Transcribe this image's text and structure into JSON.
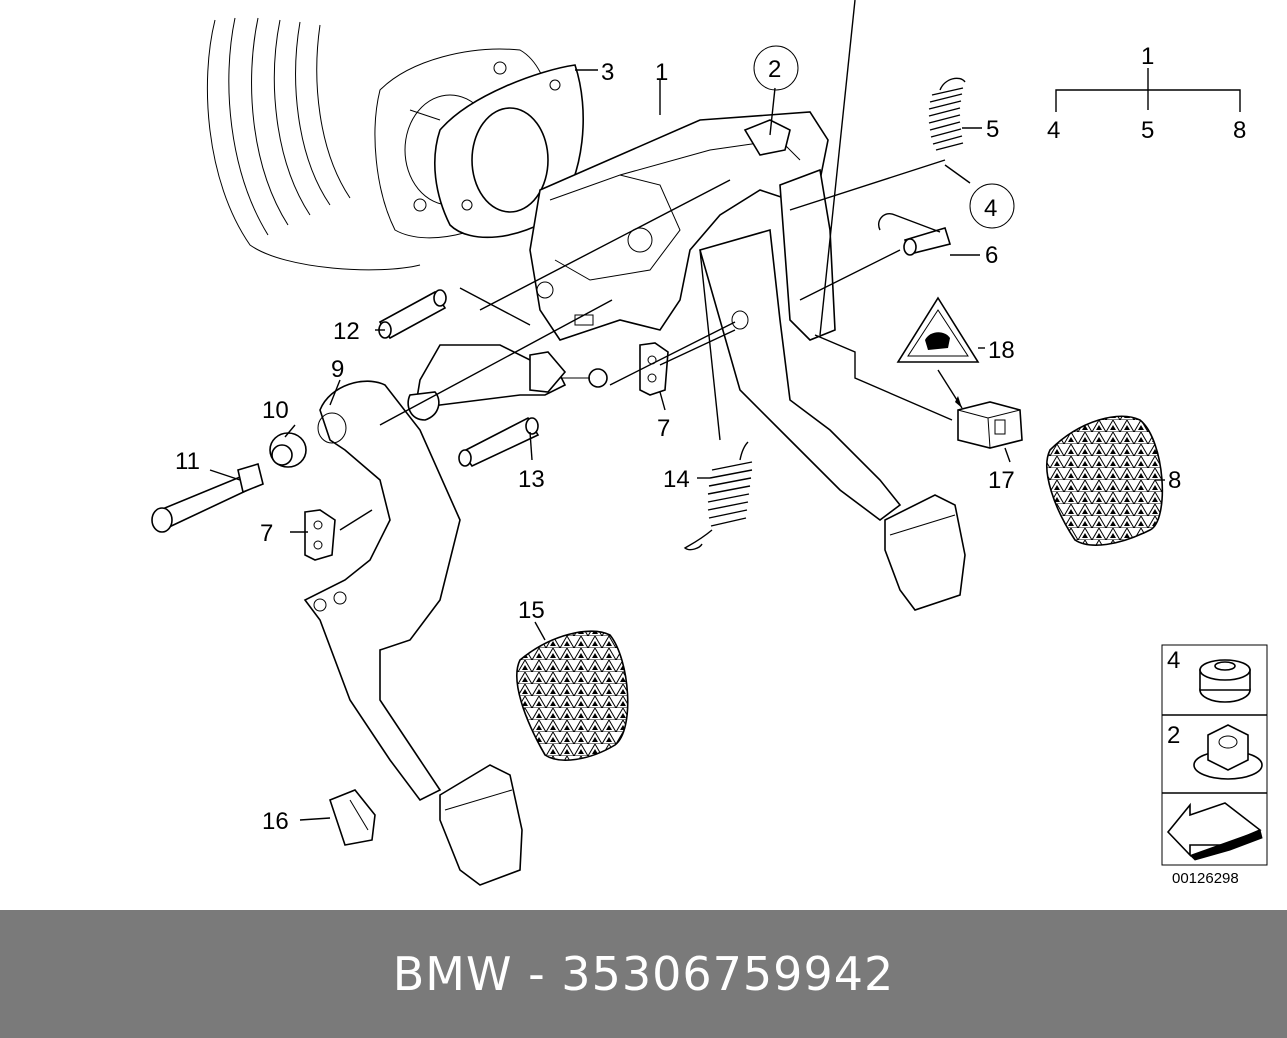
{
  "callouts": {
    "c1": "1",
    "c2": "2",
    "c3": "3",
    "c4": "4",
    "c5": "5",
    "c6": "6",
    "c7a": "7",
    "c7b": "7",
    "c8": "8",
    "c9": "9",
    "c10": "10",
    "c11": "11",
    "c12": "12",
    "c13": "13",
    "c14": "14",
    "c15": "15",
    "c16": "16",
    "c17": "17",
    "c18": "18"
  },
  "tree": {
    "root": "1",
    "children": [
      "4",
      "5",
      "8"
    ]
  },
  "legend": {
    "item_4": "4",
    "item_2": "2",
    "image_number": "00126298"
  },
  "footer": {
    "caption": "BMW - 35306759942"
  },
  "colors": {
    "footer_bg": "#7a7a7a",
    "line": "#000000"
  }
}
